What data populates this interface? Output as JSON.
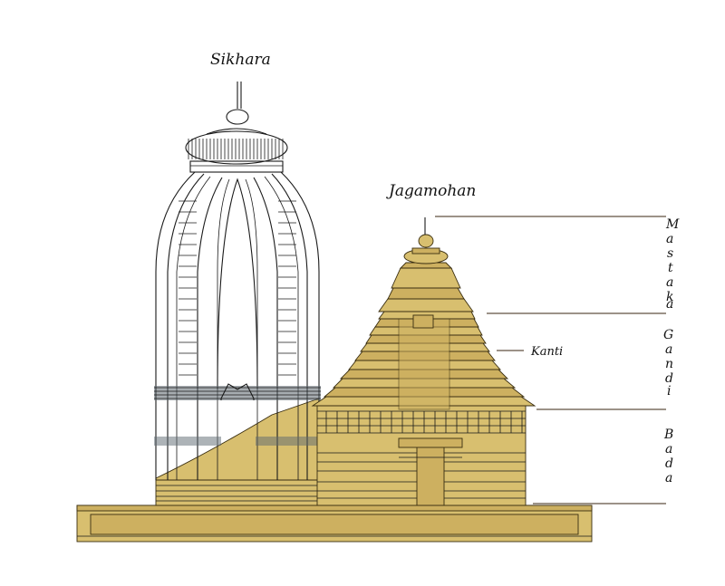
{
  "labels": {
    "sikhara": "Sikhara",
    "jagamohan": "Jagamohan",
    "kanti": "Kanti"
  },
  "sections": {
    "mastaka": [
      "M",
      "a",
      "s",
      "t",
      "a",
      "k",
      "a"
    ],
    "gandi": [
      "G",
      "a",
      "n",
      "d",
      "i"
    ],
    "bada": [
      "B",
      "a",
      "d",
      "a"
    ]
  },
  "colors": {
    "ochre": "#d8bf6f",
    "ink": "#1a1a1a",
    "leader": "#3a2410"
  }
}
